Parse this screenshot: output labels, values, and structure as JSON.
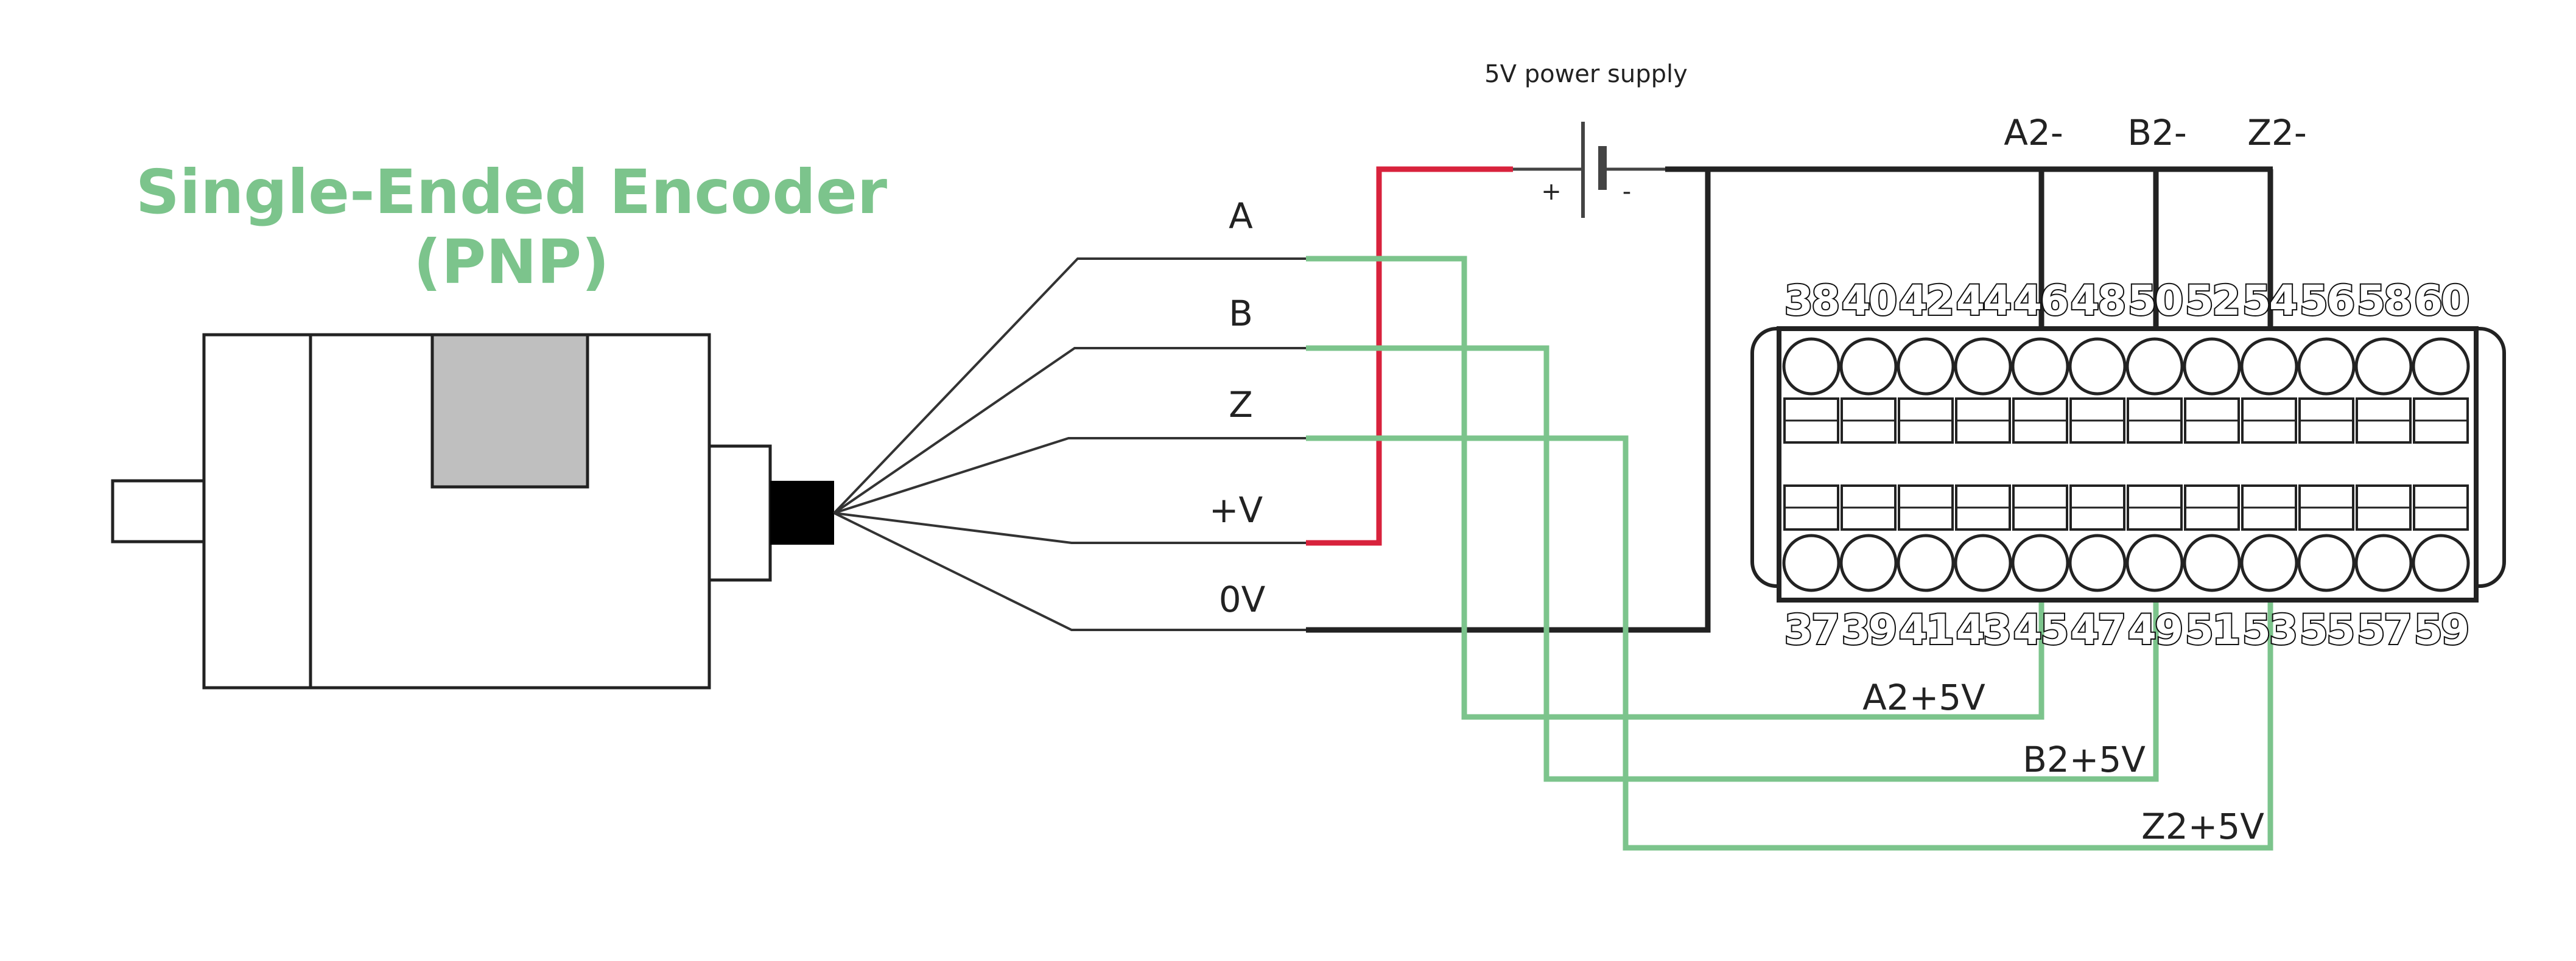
{
  "title": {
    "line1": "Single-Ended Encoder",
    "line2": "(PNP)"
  },
  "encoder_wires": [
    {
      "id": "A",
      "label": "A"
    },
    {
      "id": "B",
      "label": "B"
    },
    {
      "id": "Z",
      "label": "Z"
    },
    {
      "id": "V",
      "label": "+V"
    },
    {
      "id": "0V",
      "label": "0V"
    }
  ],
  "power_supply": {
    "label": "5V power supply",
    "plus": "+",
    "minus": "-"
  },
  "top_signals": [
    "A2-",
    "B2-",
    "Z2-"
  ],
  "bottom_signals": [
    "A2+5V",
    "B2+5V",
    "Z2+5V"
  ],
  "terminal_block": {
    "top_pins": [
      "38",
      "40",
      "42",
      "44",
      "46",
      "48",
      "50",
      "52",
      "54",
      "56",
      "58",
      "60"
    ],
    "bottom_pins": [
      "37",
      "39",
      "41",
      "43",
      "45",
      "47",
      "49",
      "51",
      "53",
      "55",
      "57",
      "59"
    ]
  },
  "colors": {
    "title": "#7cc48c",
    "signal_wire": "#7cc48c",
    "positive_wire": "#d8223c",
    "ground_wire": "#222222"
  }
}
